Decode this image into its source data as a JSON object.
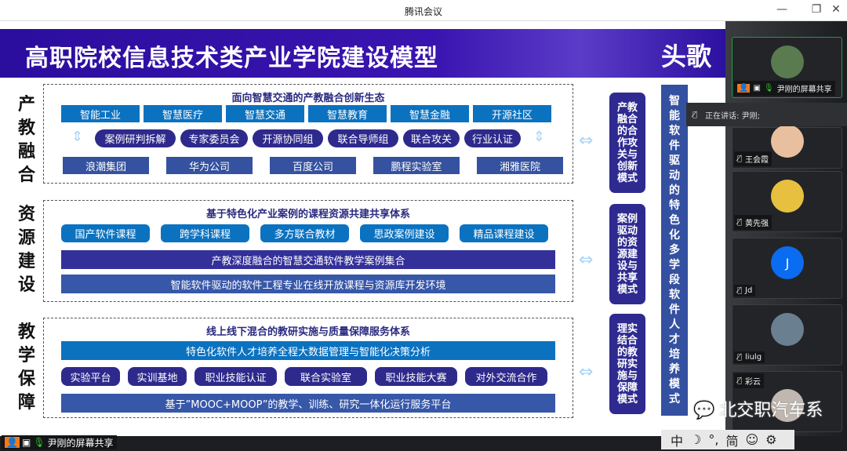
{
  "window": {
    "title": "腾讯会议",
    "minimize": "—",
    "restore": "❐",
    "close": "✕"
  },
  "slide": {
    "title": "高职院校信息技术类产业学院建设模型",
    "logo": "头歌",
    "sections": [
      {
        "label": "产教融合",
        "heading": "面向智慧交通的产教融合创新生态",
        "row1": [
          "智能工业",
          "智慧医疗",
          "智慧交通",
          "智慧教育",
          "智慧金融",
          "开源社区"
        ],
        "row2": [
          "案例研判拆解",
          "专家委员会",
          "开源协同组",
          "联合导师组",
          "联合攻关",
          "行业认证"
        ],
        "row3": [
          "浪潮集团",
          "华为公司",
          "百度公司",
          "鹏程实验室",
          "湘雅医院"
        ],
        "mode": "产教融合的合作攻关与创新模式"
      },
      {
        "label": "资源建设",
        "heading": "基于特色化产业案例的课程资源共建共享体系",
        "row1": [
          "国产软件课程",
          "跨学科课程",
          "多方联合教材",
          "思政案例建设",
          "精品课程建设"
        ],
        "bar1": "产教深度融合的智慧交通软件教学案例集合",
        "bar2": "智能软件驱动的软件工程专业在线开放课程与资源库开发环境",
        "mode": "案例驱动的资源建设与共享模式"
      },
      {
        "label": "教学保障",
        "heading": "线上线下混合的教研实施与质量保障服务体系",
        "bar1": "特色化软件人才培养全程大数据管理与智能化决策分析",
        "row1": [
          "实验平台",
          "实训基地",
          "职业技能认证",
          "联合实验室",
          "职业技能大赛",
          "对外交流合作"
        ],
        "bar2": "基于”MOOC+MOOP”的教学、训练、研究一体化运行服务平台",
        "mode": "理实结合的教研实施与保障模式"
      }
    ],
    "overall": "智能软件驱动的特色化多学段软件人才培养模式"
  },
  "participants": [
    {
      "name": "尹刚的屏幕共享",
      "avatar_color": "#5a7a50"
    },
    {
      "name": "王会霞",
      "avatar_color": "#e8c0a0"
    },
    {
      "name": "黄先强",
      "avatar_color": "#e8c040"
    },
    {
      "name": "Jd",
      "initial": "J",
      "avatar_color": "#0a6cf0"
    },
    {
      "name": "liulg",
      "avatar_color": "#6a8090"
    },
    {
      "name": "彩云",
      "avatar_color": "#c0b8b0"
    }
  ],
  "speaking": "正在讲话: 尹刚;",
  "share_label": "尹刚的屏幕共享",
  "ime": [
    "中",
    "☽",
    "°,",
    "简",
    "☺",
    "⚙"
  ],
  "watermark": "北交职汽车系"
}
